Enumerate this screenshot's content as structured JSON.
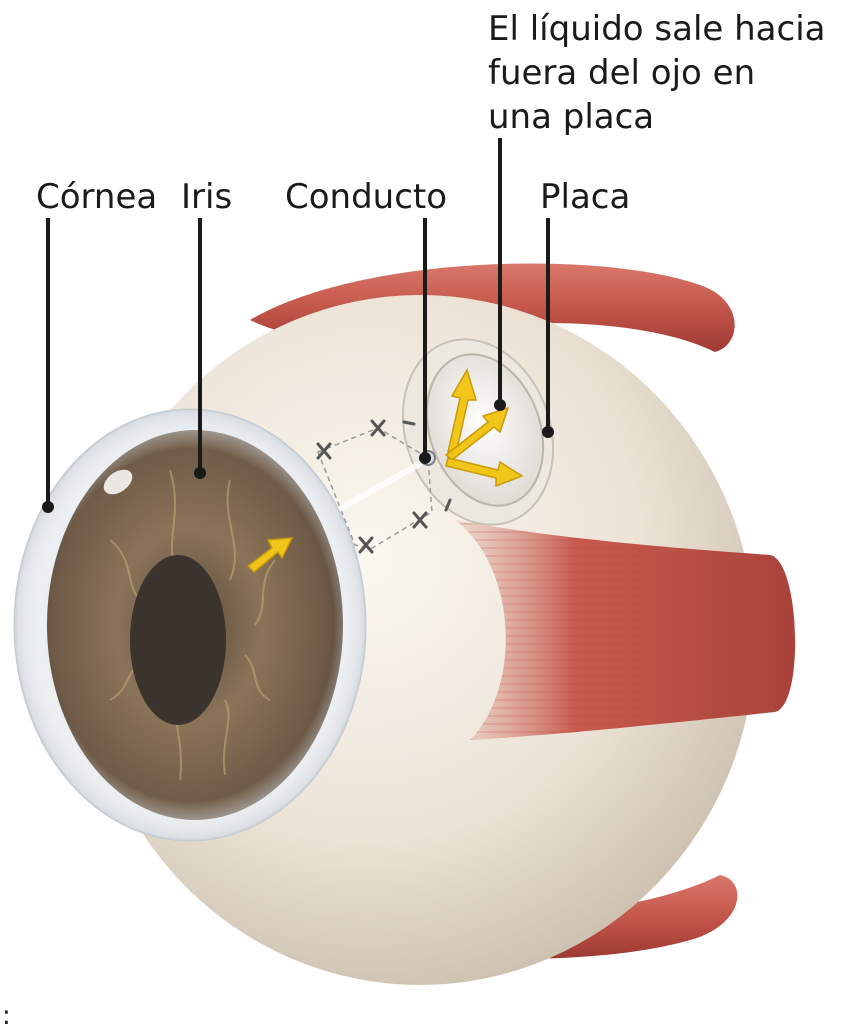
{
  "labels": {
    "fluid_exit": [
      "El líquido sale hacia",
      "fuera del ojo en",
      "una placa"
    ],
    "cornea": "Córnea",
    "iris": "Iris",
    "conduit": "Conducto",
    "plate": "Placa"
  },
  "corner_mark": ":",
  "colors": {
    "sclera": "#ece3d6",
    "iris": "#7b6651",
    "pupil": "#3b332d",
    "muscle": "#c4564b",
    "arrow": "#f2c51a",
    "text": "#1a1a1a"
  }
}
